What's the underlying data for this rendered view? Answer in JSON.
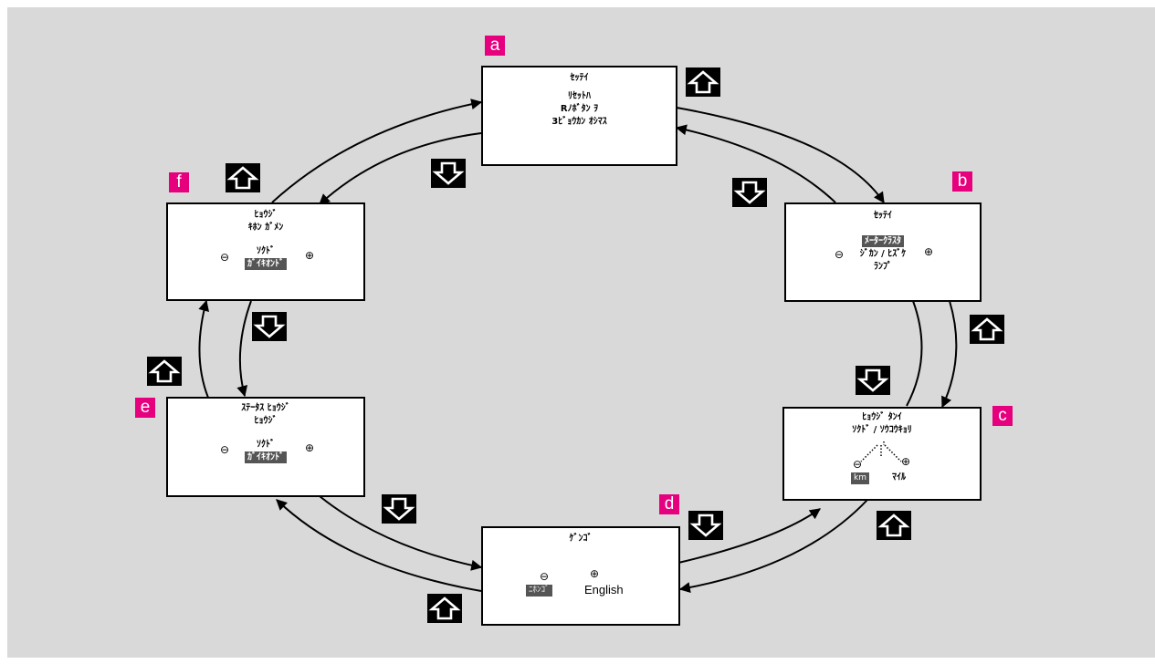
{
  "accent_color": "#e6007e",
  "screens": {
    "a": {
      "label": "a",
      "title": "ｾｯﾃｲ",
      "line1": "ﾘｾｯﾄﾊ",
      "line2": "Rﾉﾎﾞﾀﾝ ｦ",
      "line3": "3ﾋﾞｮｳｶﾝ ｵｼﾏｽ"
    },
    "b": {
      "label": "b",
      "title": "ｾｯﾃｲ",
      "option1": "ﾒｰﾀｰｸﾗｽﾀ",
      "option2": "ｼﾞｶﾝ / ﾋｽﾞｹ",
      "option3": "ﾗﾝﾌﾟ",
      "minus": "⊖",
      "plus": "⊕"
    },
    "c": {
      "label": "c",
      "title": "ﾋｮｳｼﾞ ﾀﾝｲ",
      "subtitle": "ｿｸﾄﾞ / ｿｳｺｳｷｮﾘ",
      "option_left": "km",
      "option_right": "ﾏｲﾙ",
      "minus": "⊖",
      "plus": "⊕"
    },
    "d": {
      "label": "d",
      "title": "ｹﾞﾝｺﾞ",
      "option_left": "ﾆﾎﾝｺﾞ",
      "option_right": "English",
      "minus": "⊖",
      "plus": "⊕"
    },
    "e": {
      "label": "e",
      "title": "ｽﾃｰﾀｽ ﾋｮｳｼﾞ",
      "subtitle": "ﾋｮｳｼﾞ",
      "option1": "ｿｸﾄﾞ",
      "option2": "ｶﾞｲｷｵﾝﾄﾞ",
      "minus": "⊖",
      "plus": "⊕"
    },
    "f": {
      "label": "f",
      "title": "ﾋｮｳｼﾞ",
      "subtitle": "ｷﾎﾝ ｶﾞﾒﾝ",
      "option1": "ｿｸﾄﾞ",
      "option2": "ｶﾞｲｷｵﾝﾄﾞ",
      "minus": "⊖",
      "plus": "⊕"
    }
  },
  "icons": {
    "up": "arrow-up-icon",
    "down": "arrow-down-icon"
  }
}
